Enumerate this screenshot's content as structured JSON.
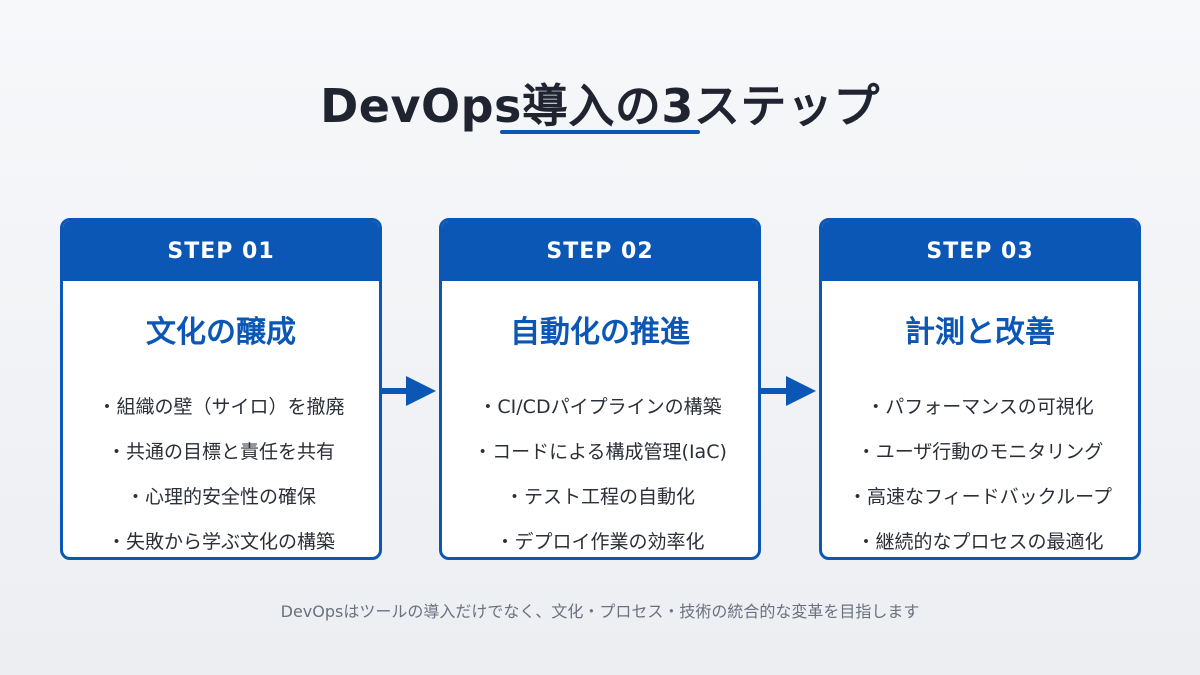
{
  "title": "DevOps導入の3ステップ",
  "steps": [
    {
      "label": "STEP 01",
      "heading": "文化の醸成",
      "items": [
        "・組織の壁（サイロ）を撤廃",
        "・共通の目標と責任を共有",
        "・心理的安全性の確保",
        "・失敗から学ぶ文化の構築"
      ]
    },
    {
      "label": "STEP 02",
      "heading": "自動化の推進",
      "items": [
        "・CI/CDパイプラインの構築",
        "・コードによる構成管理(IaC)",
        "・テスト工程の自動化",
        "・デプロイ作業の効率化"
      ]
    },
    {
      "label": "STEP 03",
      "heading": "計測と改善",
      "items": [
        "・パフォーマンスの可視化",
        "・ユーザ行動のモニタリング",
        "・高速なフィードバックループ",
        "・継続的なプロセスの最適化"
      ]
    }
  ],
  "footer": "DevOpsはツールの導入だけでなく、文化・プロセス・技術の統合的な変革を目指します",
  "colors": {
    "accent": "#0b57b5",
    "text": "#1f2430",
    "muted": "#6b7180"
  },
  "icons": {
    "connector": "right-arrow-icon"
  }
}
